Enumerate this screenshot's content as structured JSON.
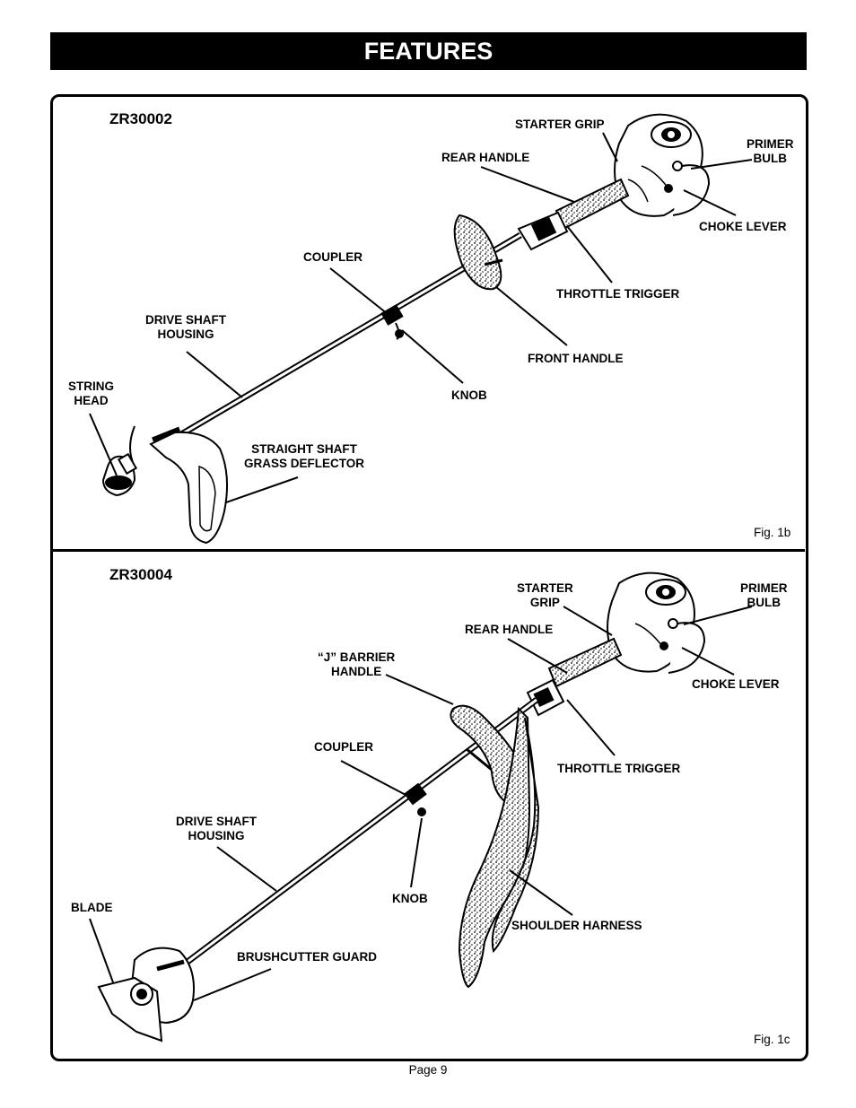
{
  "header": {
    "title": "FEATURES"
  },
  "fig1b": {
    "model": "ZR30002",
    "caption": "Fig. 1b",
    "labels": {
      "starter_grip": "STARTER GRIP",
      "primer_bulb": "PRIMER\nBULB",
      "rear_handle": "REAR HANDLE",
      "choke_lever": "CHOKE LEVER",
      "coupler": "COUPLER",
      "throttle_trigger": "THROTTLE TRIGGER",
      "drive_shaft_housing": "DRIVE SHAFT\nHOUSING",
      "front_handle": "FRONT HANDLE",
      "string_head": "STRING\nHEAD",
      "knob": "KNOB",
      "straight_shaft_grass_deflector": "STRAIGHT SHAFT\nGRASS DEFLECTOR"
    }
  },
  "fig1c": {
    "model": "ZR30004",
    "caption": "Fig. 1c",
    "labels": {
      "starter_grip": "STARTER\nGRIP",
      "primer_bulb": "PRIMER\nBULB",
      "rear_handle": "REAR HANDLE",
      "j_barrier_handle": "“J” BARRIER\nHANDLE",
      "choke_lever": "CHOKE LEVER",
      "coupler": "COUPLER",
      "throttle_trigger": "THROTTLE TRIGGER",
      "drive_shaft_housing": "DRIVE SHAFT\nHOUSING",
      "blade": "BLADE",
      "knob": "KNOB",
      "shoulder_harness": "SHOULDER HARNESS",
      "brushcutter_guard": "BRUSHCUTTER GUARD"
    }
  },
  "footer": {
    "page": "Page 9"
  }
}
